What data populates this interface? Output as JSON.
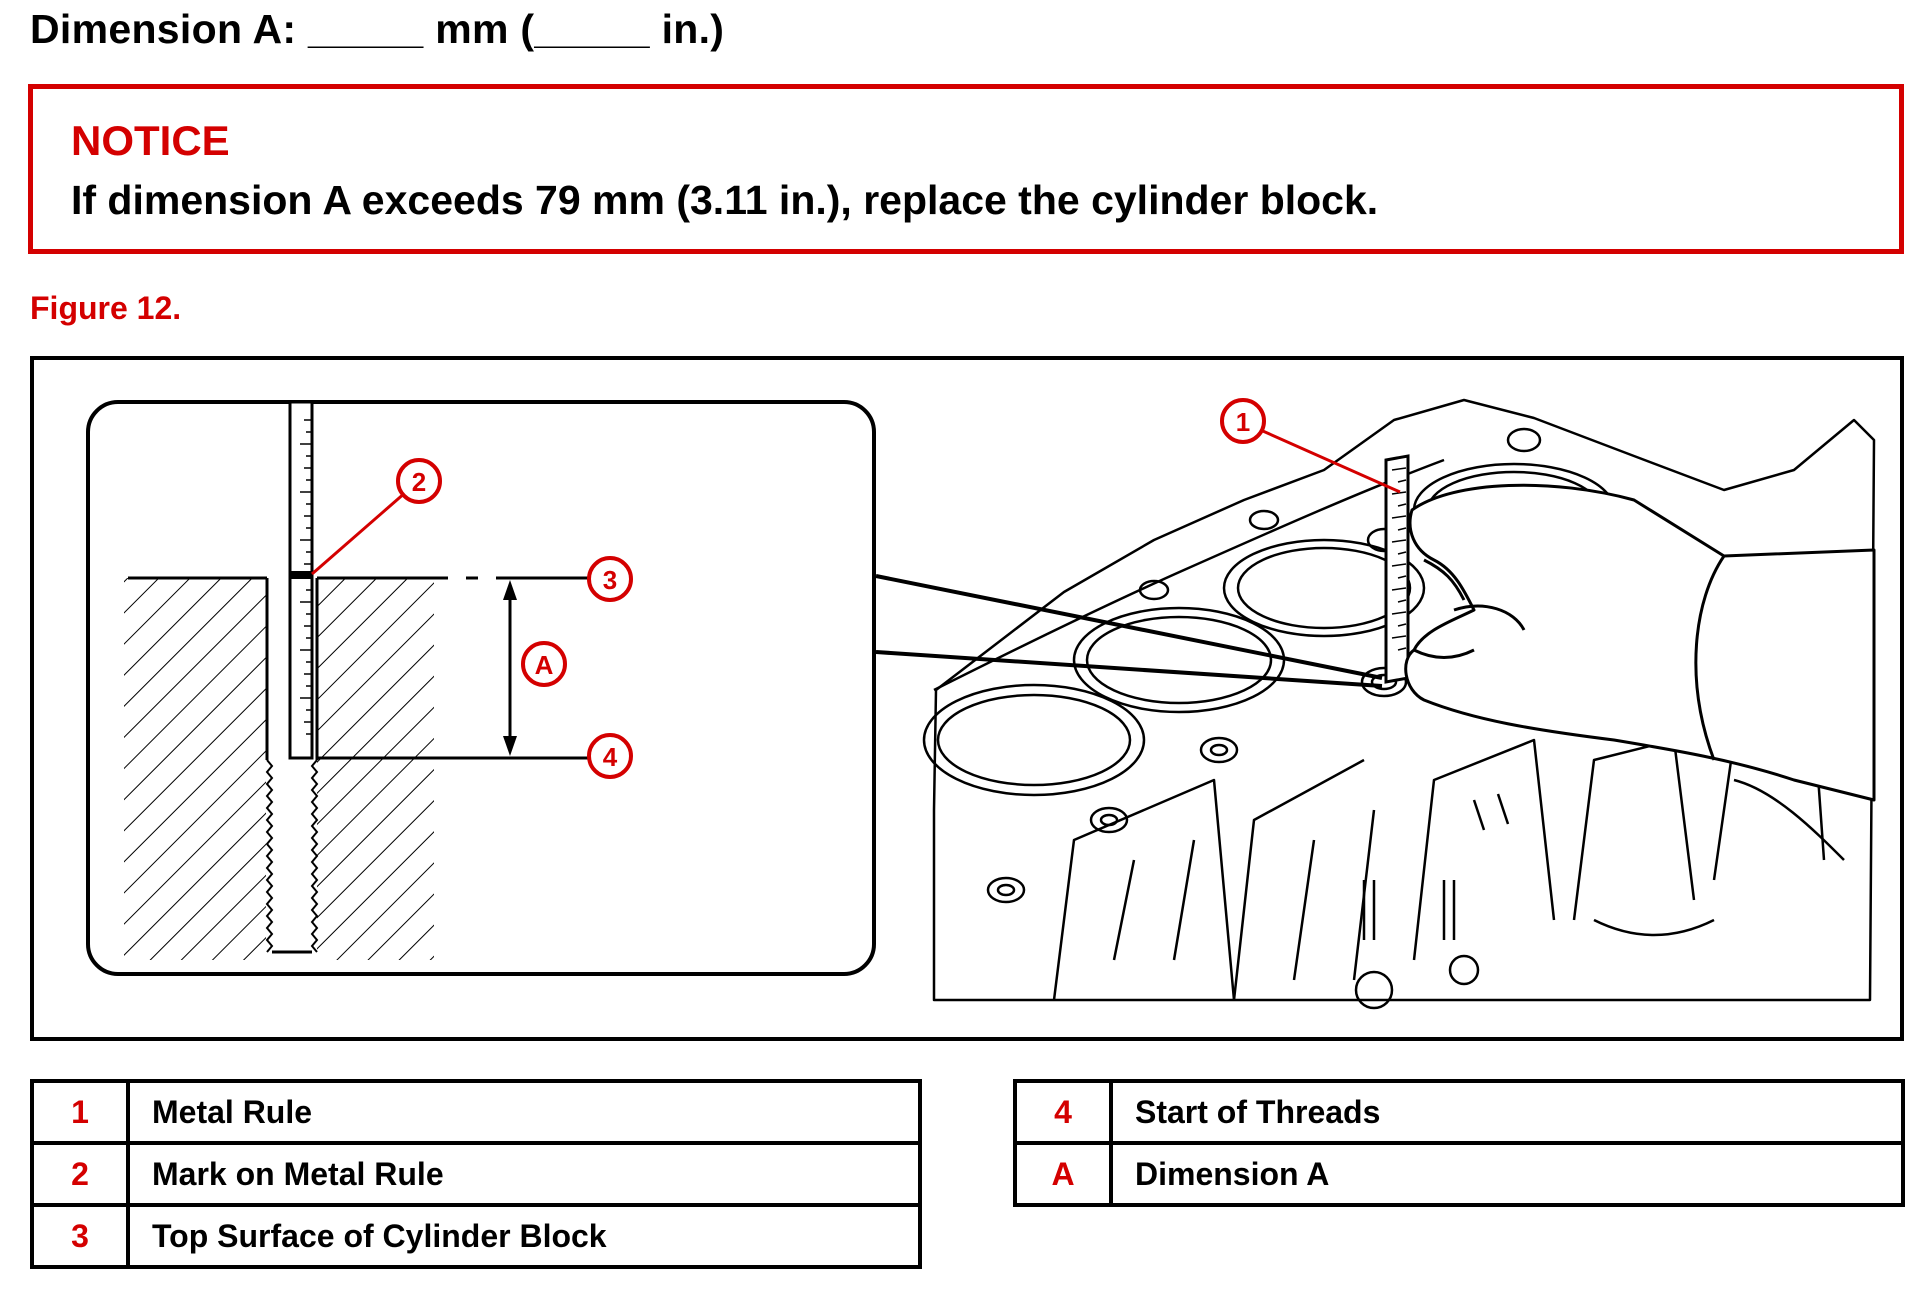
{
  "heading": "Dimension A: _____ mm (_____ in.)",
  "notice": {
    "title": "NOTICE",
    "text": "If dimension A exceeds 79 mm (3.11 in.), replace the cylinder block."
  },
  "figure": {
    "label": "Figure 12.",
    "callouts": [
      "1",
      "2",
      "3",
      "4",
      "A"
    ]
  },
  "legend": {
    "left": [
      {
        "key": "1",
        "desc": "Metal Rule"
      },
      {
        "key": "2",
        "desc": "Mark on Metal Rule"
      },
      {
        "key": "3",
        "desc": "Top Surface of Cylinder Block"
      }
    ],
    "right": [
      {
        "key": "4",
        "desc": "Start of Threads"
      },
      {
        "key": "A",
        "desc": "Dimension A"
      }
    ]
  },
  "colors": {
    "accent": "#d40000",
    "ink": "#000000"
  }
}
